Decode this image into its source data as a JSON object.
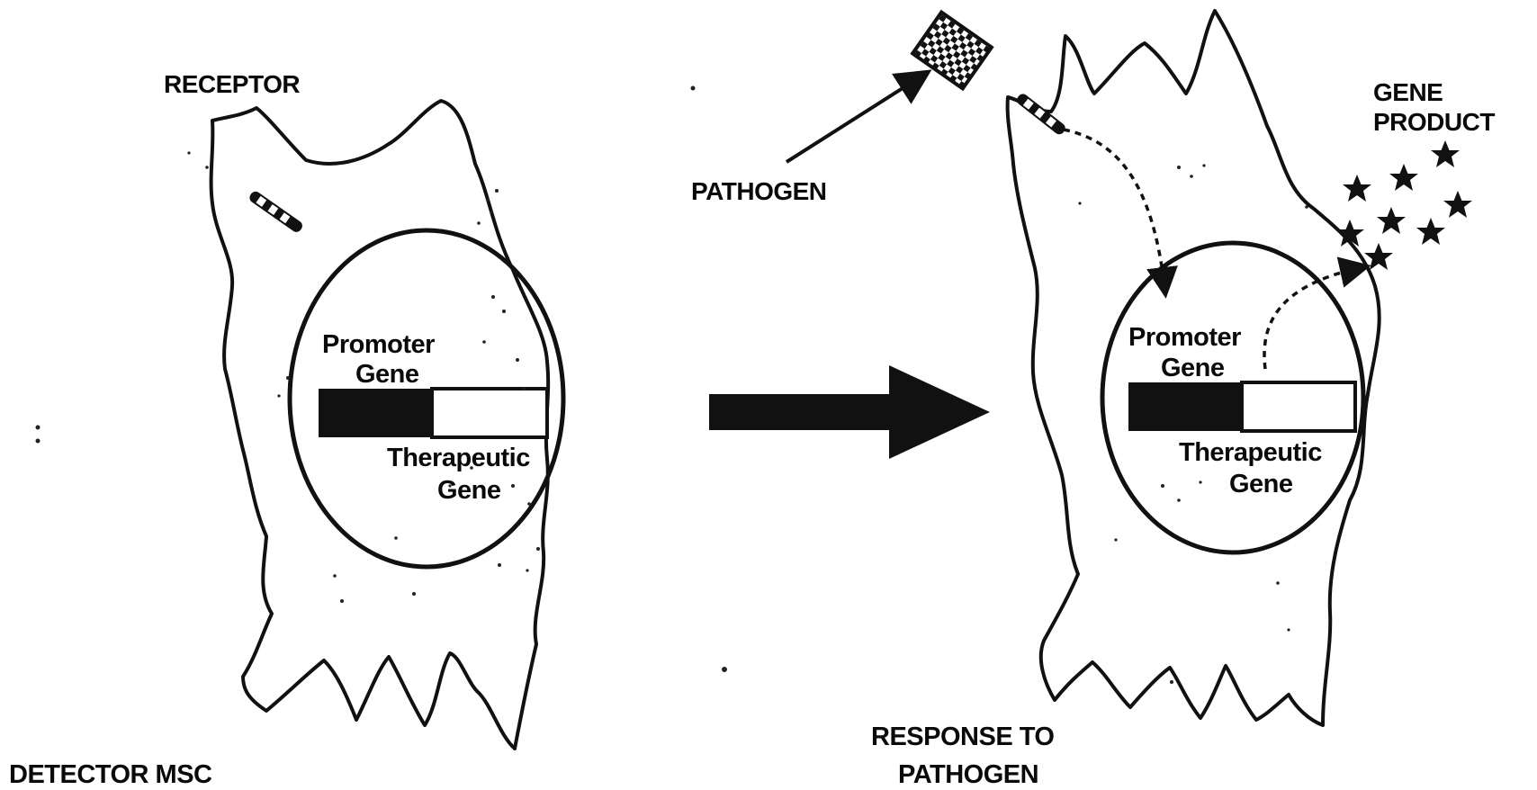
{
  "left_panel": {
    "receptor_label": "RECEPTOR",
    "promoter_label": "Promoter",
    "promoter_gene_label": "Gene",
    "therapeutic_label": "Therapeutic",
    "therapeutic_gene_label": "Gene",
    "caption": "DETECTOR MSC"
  },
  "right_panel": {
    "pathogen_label": "PATHOGEN",
    "gene_product_label_1": "GENE",
    "gene_product_label_2": "PRODUCT",
    "promoter_label": "Promoter",
    "promoter_gene_label": "Gene",
    "therapeutic_label": "Therapeutic",
    "therapeutic_gene_label": "Gene",
    "caption_line_1": "RESPONSE TO",
    "caption_line_2": "PATHOGEN"
  },
  "colors": {
    "ink": "#111111",
    "paper": "#ffffff"
  },
  "icons": [
    "receptor-icon",
    "pathogen-icon",
    "arrow-icon",
    "star-icon"
  ]
}
